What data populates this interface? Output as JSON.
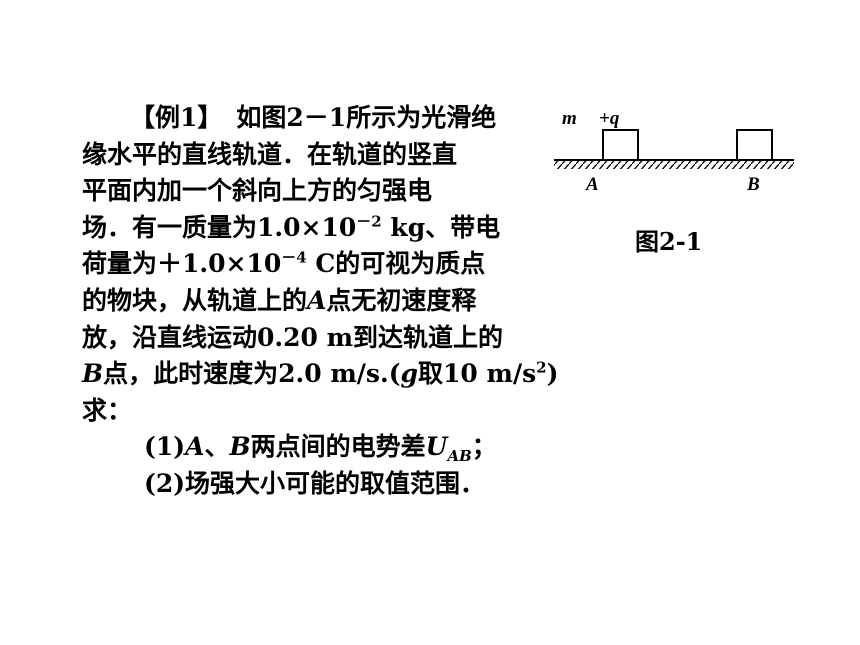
{
  "problem": {
    "tag": "【例1】",
    "line1": "如图2－1所示为光滑绝",
    "line2": "缘水平的直线轨道．在轨道的竖直",
    "line3": "平面内加一个斜向上方的匀强电",
    "line4a": "场．有一质量为1.0×10",
    "line4exp": "－2",
    "line4b": " kg、带电",
    "line5a": "荷量为＋1.0×10",
    "line5exp": "－4",
    "line5b": " C的可视为质点",
    "line6a": "的物块，从轨道上的",
    "line6var": "A",
    "line6b": "点无初速度释",
    "line7": "放，沿直线运动0.20 m到达轨道上的",
    "line8var": "B",
    "line8a": "点，此时速度为2.0 m/s.(",
    "line8g": "g",
    "line8b": "取10 m/s",
    "line8exp": "2",
    "line8c": ")",
    "line9": "求：",
    "q1a": "(1)",
    "q1A": "A",
    "q1b": "、",
    "q1B": "B",
    "q1c": "两点间的电势差",
    "q1U": "U",
    "q1sub": "AB",
    "q1d": "；",
    "q2": "(2)场强大小可能的取值范围．"
  },
  "figure": {
    "caption": "图2-1",
    "label_m": "m",
    "label_q": "+q",
    "label_A": "A",
    "label_B": "B"
  }
}
